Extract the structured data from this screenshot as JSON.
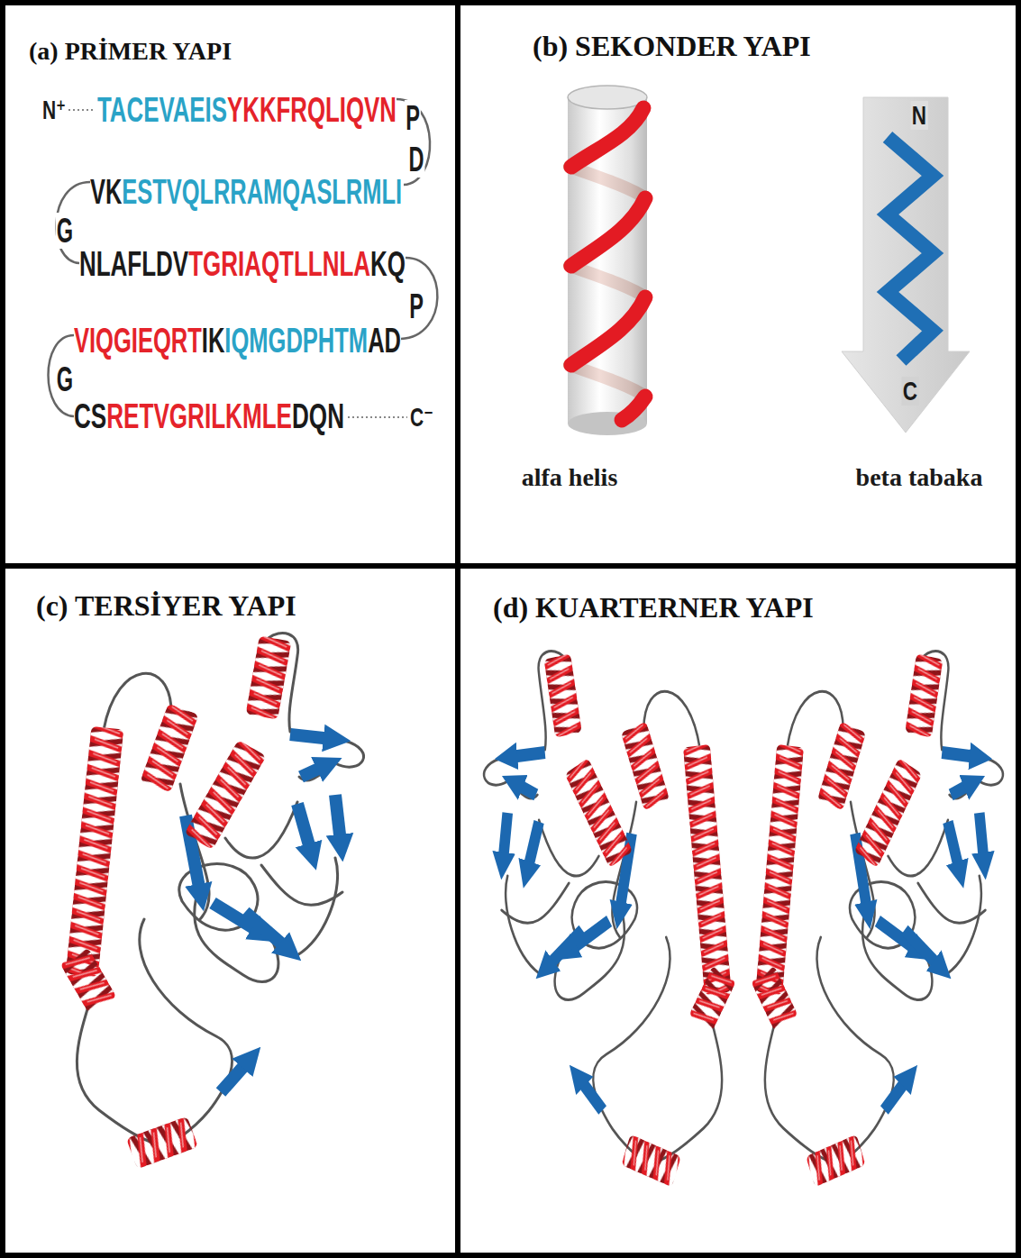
{
  "diagram": {
    "nodes": [
      {
        "text": [
          "(a) PRİMER YAPI"
        ]
      },
      {
        "text": [
          "(b) SEKONDER YAPI"
        ]
      },
      {
        "text": [
          "(c) TERSİYER YAPI"
        ]
      },
      {
        "text": [
          "(d) KUARTERNER YAPI"
        ]
      }
    ],
    "labels": [
      "N⁺",
      "TACEVAEIS",
      "YKKFRQLIQVN",
      "P",
      "D",
      "VK",
      "ESTVQLRRAMQASLRMLI",
      "G",
      "NLAFLDV",
      "TGRIAQTLLNLA",
      "KQ",
      "P",
      "VIQGIEQRT",
      "IK",
      "IQMGDPHTM",
      "AD",
      "G",
      "CS",
      "RETVGRILKMLE",
      "DQN",
      "C⁻",
      "N",
      "C",
      "alfa helis",
      "beta tabaka"
    ]
  }
}
